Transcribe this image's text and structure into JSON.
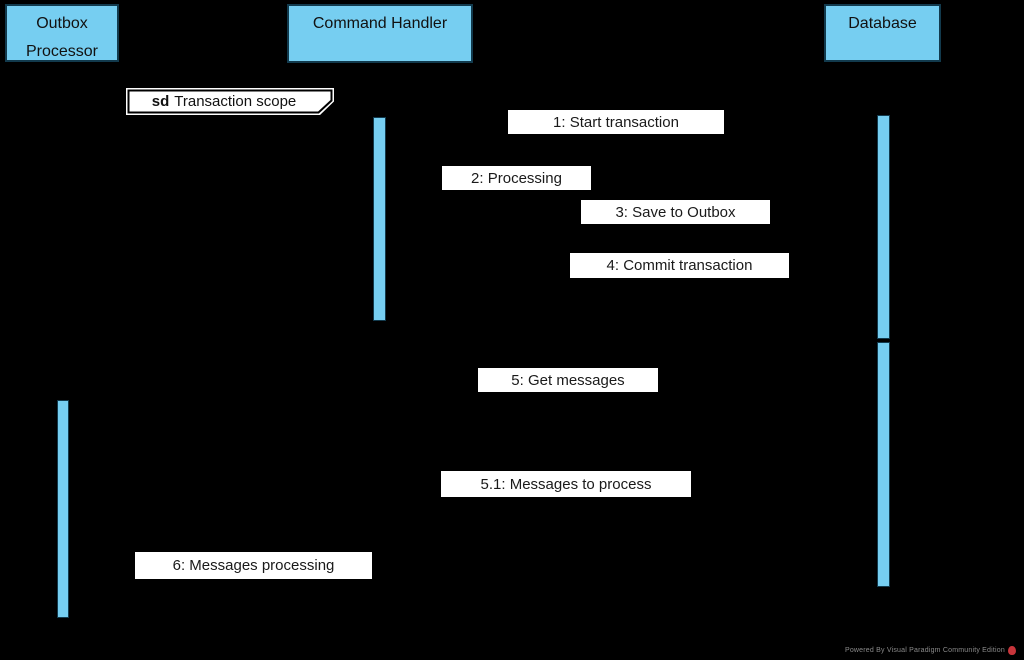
{
  "diagram": {
    "participants": [
      {
        "id": "outbox-processor",
        "label": "Outbox\nProcessor"
      },
      {
        "id": "command-handler",
        "label": "Command Handler"
      },
      {
        "id": "database",
        "label": "Database"
      }
    ],
    "fragment": {
      "keyword": "sd",
      "name": "Transaction scope"
    },
    "messages": [
      {
        "label": "1: Start transaction"
      },
      {
        "label": "2: Processing"
      },
      {
        "label": "3: Save to Outbox"
      },
      {
        "label": "4: Commit transaction"
      },
      {
        "label": "5: Get messages"
      },
      {
        "label": "5.1: Messages to process"
      },
      {
        "label": "6: Messages processing"
      }
    ],
    "watermark": {
      "text": "Powered By Visual Paradigm Community Edition"
    }
  },
  "colors": {
    "background": "#000000",
    "participant_fill": "#76CEF1",
    "participant_border": "#123A4D",
    "label_background": "#FFFFFF",
    "label_text": "#1A1A1A",
    "watermark_text": "#8A8A8A",
    "watermark_logo": "#C8353B"
  }
}
